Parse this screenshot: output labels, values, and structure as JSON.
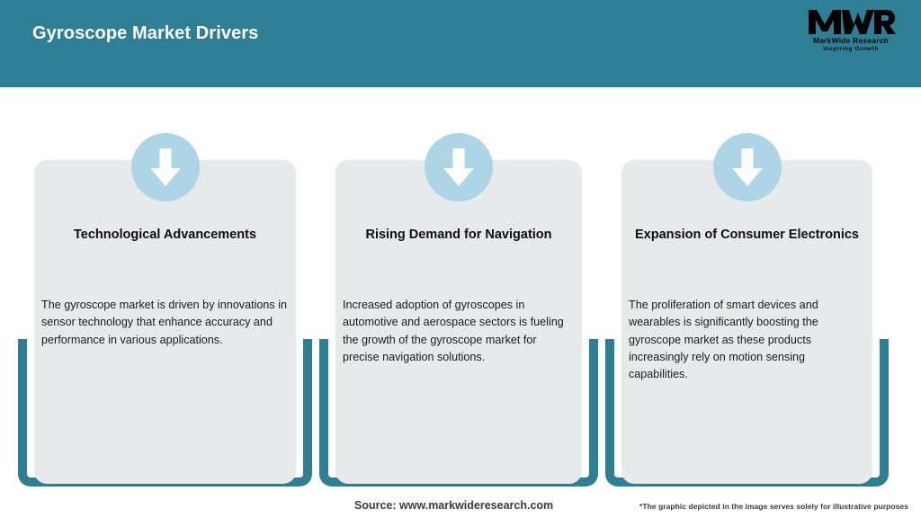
{
  "header": {
    "title": "Gyroscope Market Drivers",
    "background_color": "#2E7F96",
    "logo": {
      "mark": "MWR",
      "name": "MarkWide Research",
      "tagline": "Inspiring Growth"
    }
  },
  "cards": [
    {
      "icon": "down-arrow-icon",
      "title": "Technological Advancements",
      "body": "The gyroscope market is driven by innovations in sensor technology that enhance accuracy and performance in various applications."
    },
    {
      "icon": "down-arrow-icon",
      "title": "Rising Demand for Navigation",
      "body": "Increased adoption of gyroscopes in automotive and aerospace sectors is fueling the growth of the gyroscope market for precise navigation solutions."
    },
    {
      "icon": "down-arrow-icon",
      "title": "Expansion of Consumer Electronics",
      "body": "The proliferation of smart devices and wearables is significantly boosting the gyroscope market as these products increasingly rely on motion sensing capabilities."
    }
  ],
  "footer": {
    "source": "Source: www.markwideresearch.com",
    "disclaimer": "*The graphic depicted in the image serves solely for illustrative purposes"
  },
  "colors": {
    "teal": "#2E7F96",
    "panel_gray": "#E7EAEB",
    "icon_blue": "#ADD5E5",
    "arrow_white": "#FFFFFF"
  }
}
